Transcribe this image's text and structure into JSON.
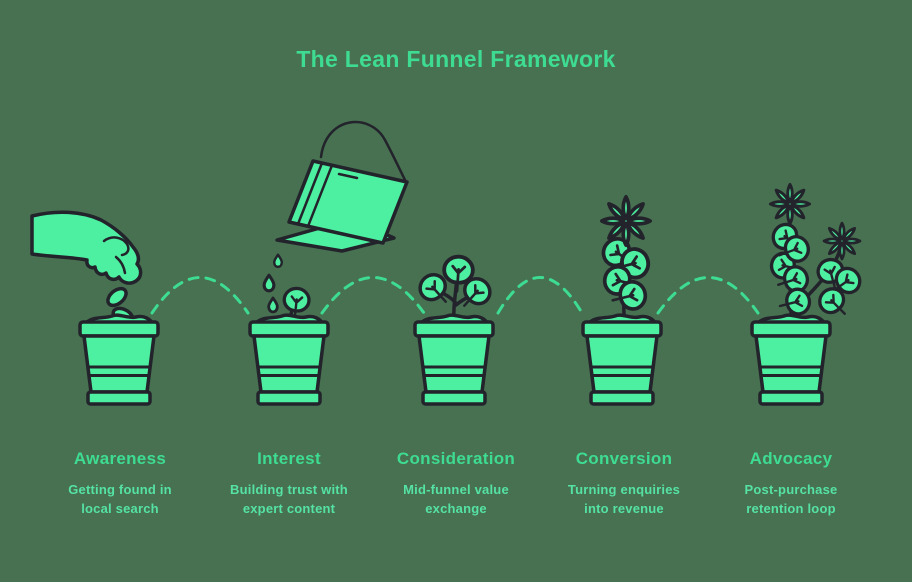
{
  "title": "The Lean Funnel Framework",
  "colors": {
    "background": "#477150",
    "accent": "#3EDC93",
    "illustration_fill": "#4DEFA0",
    "outline": "#23232C",
    "description_text": "#55E2A4"
  },
  "stages": [
    {
      "name": "Awareness",
      "description": "Getting found in\nlocal search",
      "icon": "hand-planting-seed-icon"
    },
    {
      "name": "Interest",
      "description": "Building trust with\nexpert content",
      "icon": "watering-can-sprout-icon"
    },
    {
      "name": "Consideration",
      "description": "Mid-funnel value\nexchange",
      "icon": "young-plant-icon"
    },
    {
      "name": "Conversion",
      "description": "Turning enquiries\ninto revenue",
      "icon": "flowering-plant-icon"
    },
    {
      "name": "Advocacy",
      "description": "Post-purchase\nretention loop",
      "icon": "blooming-plants-icon"
    }
  ],
  "connectors": {
    "style": "dashed-arc",
    "count": 4,
    "color": "#3EDC93"
  }
}
